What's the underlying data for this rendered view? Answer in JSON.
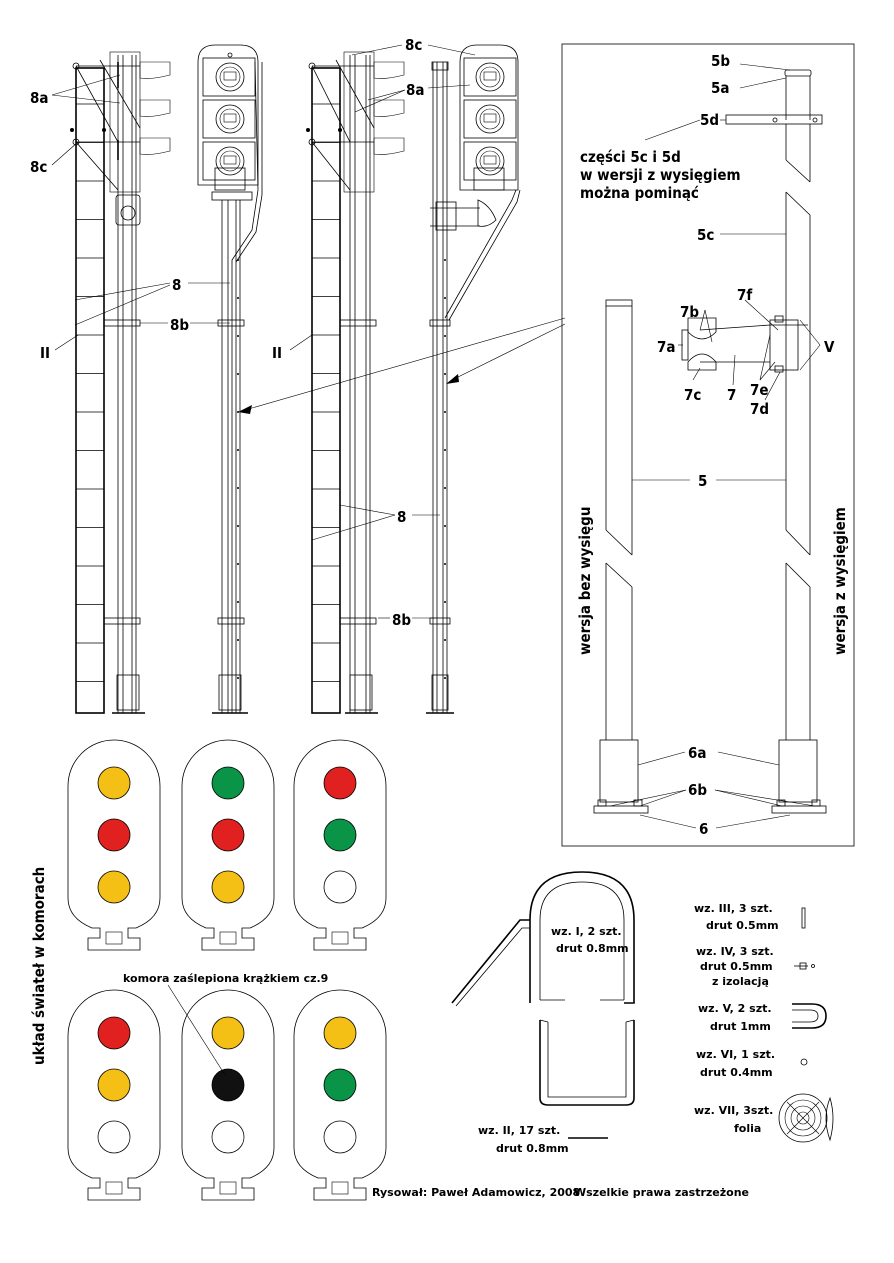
{
  "labels": {
    "l8a_1": "8a",
    "l8c_1": "8c",
    "l8_1": "8",
    "l8b_1": "8b",
    "lII_1": "II",
    "l8c_2": "8c",
    "l8a_2": "8a",
    "lII_2": "II",
    "l8_2": "8",
    "l8b_2": "8b"
  },
  "detail": {
    "l5b": "5b",
    "l5a": "5a",
    "l5d": "5d",
    "note_line1": "części 5c i 5d",
    "note_line2": "w wersji z wysięgiem",
    "note_line3": "można pominąć",
    "l5c": "5c",
    "l7f": "7f",
    "l7b": "7b",
    "l7a": "7a",
    "l7c": "7c",
    "l7": "7",
    "l7e": "7e",
    "l7d": "7d",
    "lV": "V",
    "l5": "5",
    "left_version": "wersja bez wysięgu",
    "right_version": "wersja z wysięgiem",
    "l6a": "6a",
    "l6b": "6b",
    "l6": "6"
  },
  "lights": {
    "side_title": "układ świateł w komorach",
    "blocked_note": "komora zaślepiona krążkiem cz.9",
    "colors": {
      "yellow": "#f5c016",
      "red": "#e0211f",
      "green": "#0a9447",
      "white": "#ffffff",
      "black": "#111111"
    },
    "top_row": [
      [
        "yellow",
        "red",
        "yellow"
      ],
      [
        "green",
        "red",
        "yellow"
      ],
      [
        "red",
        "green",
        "white"
      ]
    ],
    "bottom_row": [
      [
        "red",
        "yellow",
        "white"
      ],
      [
        "yellow",
        "black",
        "white"
      ],
      [
        "yellow",
        "green",
        "white"
      ]
    ]
  },
  "parts": {
    "w1_line1": "wz. I, 2 szt.",
    "w1_line2": "drut 0.8mm",
    "w2_line1": "wz. II, 17 szt.",
    "w2_line2": "drut 0.8mm",
    "w3_line1": "wz. III, 3 szt.",
    "w3_line2": "drut 0.5mm",
    "w4_line1": "wz. IV, 3 szt.",
    "w4_line2": "drut 0.5mm",
    "w4_line3": "z izolacją",
    "w5_line1": "wz. V, 2 szt.",
    "w5_line2": "drut 1mm",
    "w6_line1": "wz. VI, 1 szt.",
    "w6_line2": "drut 0.4mm",
    "w7_line1": "wz. VII, 3szt.",
    "w7_line2": "folia"
  },
  "footer": {
    "author": "Rysował: Paweł Adamowicz, 2008",
    "rights": "Wszelkie prawa zastrzeżone"
  }
}
